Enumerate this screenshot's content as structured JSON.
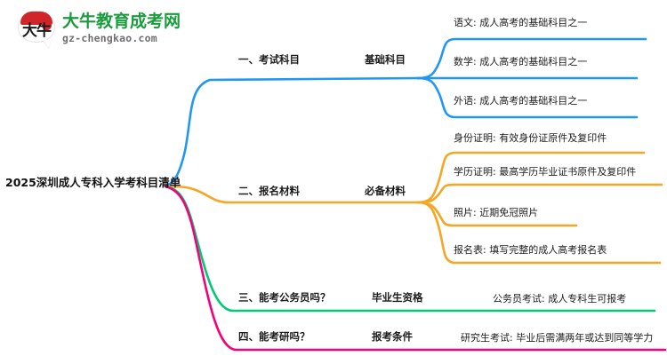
{
  "logo": {
    "name": "大牛教育成考网",
    "domain": "gz-chengkao.com",
    "mark_text": "大牛",
    "brand_green": "#1a9c3c",
    "brand_red": "#d0262a"
  },
  "mindmap": {
    "root": {
      "label": "2025深圳成人专科入学考科目清单"
    },
    "branches": [
      {
        "index": 1,
        "color": "#2196f3",
        "label": "一、考试科目",
        "category": "基础科目",
        "leaves": [
          {
            "label": "语文: 成人高考的基础科目之一"
          },
          {
            "label": "数学: 成人高考的基础科目之一"
          },
          {
            "label": "外语: 成人高考的基础科目之一"
          }
        ]
      },
      {
        "index": 2,
        "color": "#f5a623",
        "label": "二、报名材料",
        "category": "必备材料",
        "leaves": [
          {
            "label": "身份证明: 有效身份证原件及复印件"
          },
          {
            "label": "学历证明: 最高学历毕业证书原件及复印件"
          },
          {
            "label": "照片: 近期免冠照片"
          },
          {
            "label": "报名表: 填写完整的成人高考报名表"
          }
        ]
      },
      {
        "index": 3,
        "color": "#00c878",
        "label": "三、能考公务员吗？",
        "category": "毕业生资格",
        "leaves": [
          {
            "label": "公务员考试: 成人专科生可报考"
          }
        ]
      },
      {
        "index": 4,
        "color": "#f5007a",
        "label": "四、能考研吗？",
        "category": "报考条件",
        "leaves": [
          {
            "label": "研究生考试: 毕业后需满两年或达到同等学力"
          }
        ]
      }
    ]
  }
}
